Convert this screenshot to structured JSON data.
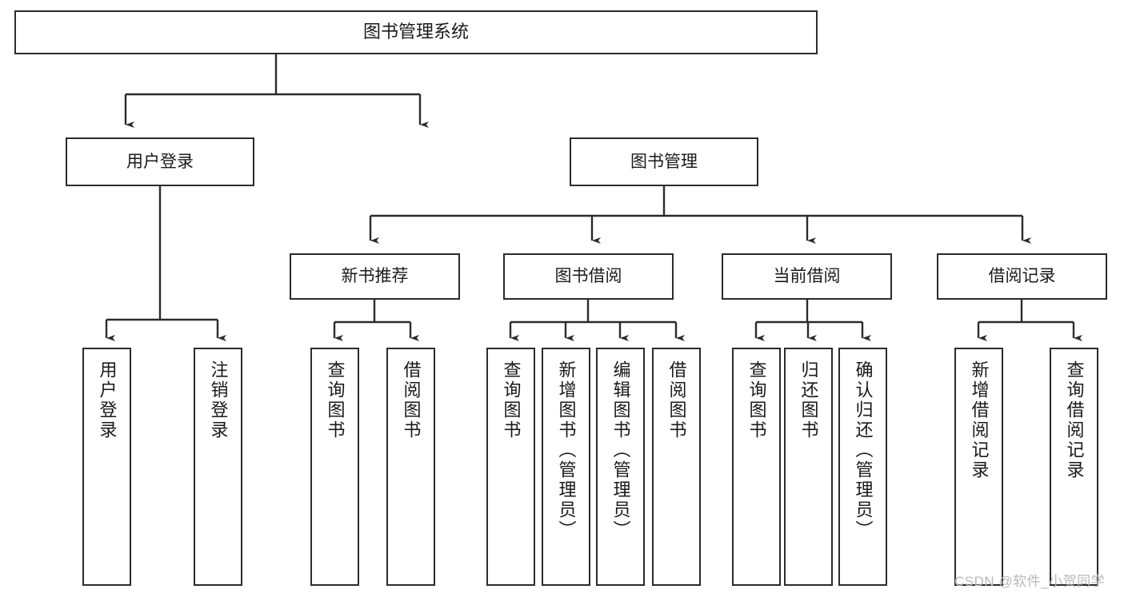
{
  "diagram": {
    "type": "hierarchy-tree",
    "title": "图书管理系统",
    "orientation": "top-down",
    "colors": {
      "box_border": "#2b2b2b",
      "box_fill": "#ffffff",
      "edge": "#2b2b2b",
      "text": "#1a1a1a",
      "watermark": "#b9b9b9"
    },
    "nodes": {
      "root": {
        "label": "图书管理系统"
      },
      "level2": [
        {
          "id": "user-login",
          "label": "用户登录"
        },
        {
          "id": "book-management",
          "label": "图书管理"
        }
      ],
      "level3": [
        {
          "id": "new-book-recommend",
          "label": "新书推荐"
        },
        {
          "id": "book-borrow",
          "label": "图书借阅"
        },
        {
          "id": "current-borrow",
          "label": "当前借阅"
        },
        {
          "id": "borrow-record",
          "label": "借阅记录"
        }
      ],
      "leaves": [
        {
          "id": "user-login-leaf",
          "label": "用户登录",
          "parent": "user-login"
        },
        {
          "id": "logout-leaf",
          "label": "注销登录",
          "parent": "user-login"
        },
        {
          "id": "query-book-rec",
          "label": "查询图书",
          "parent": "new-book-recommend"
        },
        {
          "id": "borrow-book-rec",
          "label": "借阅图书",
          "parent": "new-book-recommend"
        },
        {
          "id": "query-book-borrow",
          "label": "查询图书",
          "parent": "book-borrow"
        },
        {
          "id": "add-book-admin",
          "label": "新增图书（管理员）",
          "parent": "book-borrow"
        },
        {
          "id": "edit-book-admin",
          "label": "编辑图书（管理员）",
          "parent": "book-borrow"
        },
        {
          "id": "borrow-book",
          "label": "借阅图书",
          "parent": "book-borrow"
        },
        {
          "id": "query-book-current",
          "label": "查询图书",
          "parent": "current-borrow"
        },
        {
          "id": "return-book",
          "label": "归还图书",
          "parent": "current-borrow"
        },
        {
          "id": "confirm-return-admin",
          "label": "确认归还（管理员）",
          "parent": "current-borrow"
        },
        {
          "id": "add-borrow-record",
          "label": "新增借阅记录",
          "parent": "borrow-record"
        },
        {
          "id": "query-borrow-record",
          "label": "查询借阅记录",
          "parent": "borrow-record"
        }
      ]
    },
    "watermark": "CSDN @软件_小贺同学"
  }
}
